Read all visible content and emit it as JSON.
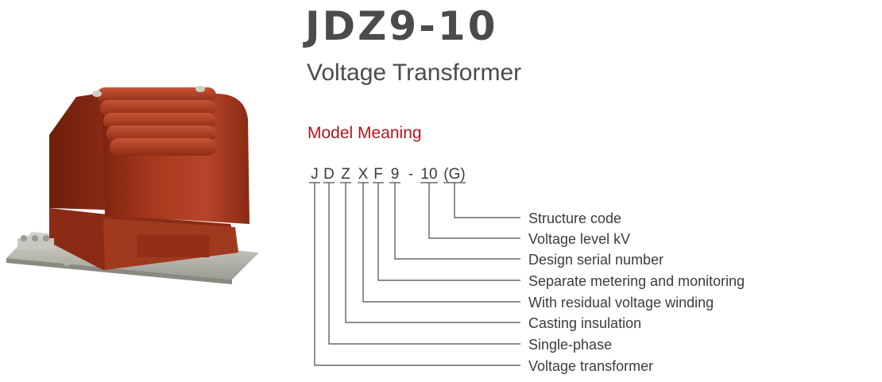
{
  "header": {
    "model": "JDZ9-10",
    "subtitle": "Voltage Transformer"
  },
  "model_meaning": {
    "heading": "Model Meaning",
    "code": [
      "J",
      "D",
      "Z",
      "X",
      "F",
      "9",
      "-",
      "10",
      "(G)"
    ],
    "legend": [
      "Structure code",
      "Voltage level kV",
      "Design serial number",
      "Separate metering and monitoring",
      "With residual voltage winding",
      "Casting insulation",
      "Single-phase",
      "Voltage transformer"
    ]
  },
  "colors": {
    "accent_red": "#b4141e",
    "text_dark": "#4b4b4b",
    "resin_body": "#a3341c",
    "base_plate": "#bdbdb5"
  },
  "product_image": {
    "icon": "voltage-transformer-illustration"
  }
}
